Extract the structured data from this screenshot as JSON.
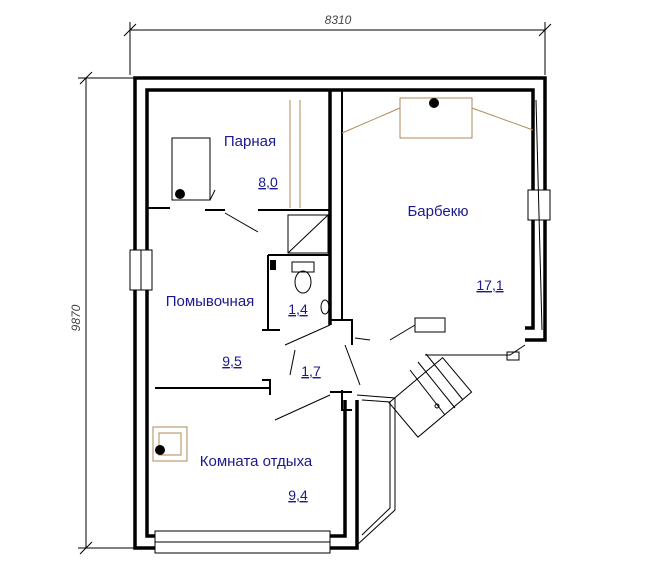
{
  "dimensions": {
    "width_label": "8310",
    "height_label": "9870"
  },
  "rooms": [
    {
      "name": "Парная",
      "area": "8,0"
    },
    {
      "name": "Барбекю",
      "area": "17,1"
    },
    {
      "name": "Помывочная",
      "area": "9,5"
    },
    {
      "name": "",
      "area": "1,4"
    },
    {
      "name": "",
      "area": "1,7"
    },
    {
      "name": "Комната отдыха",
      "area": "9,4"
    }
  ],
  "colors": {
    "text": "#1a1a8c",
    "walls": "#000000",
    "fixtures": "#b08a5a"
  }
}
